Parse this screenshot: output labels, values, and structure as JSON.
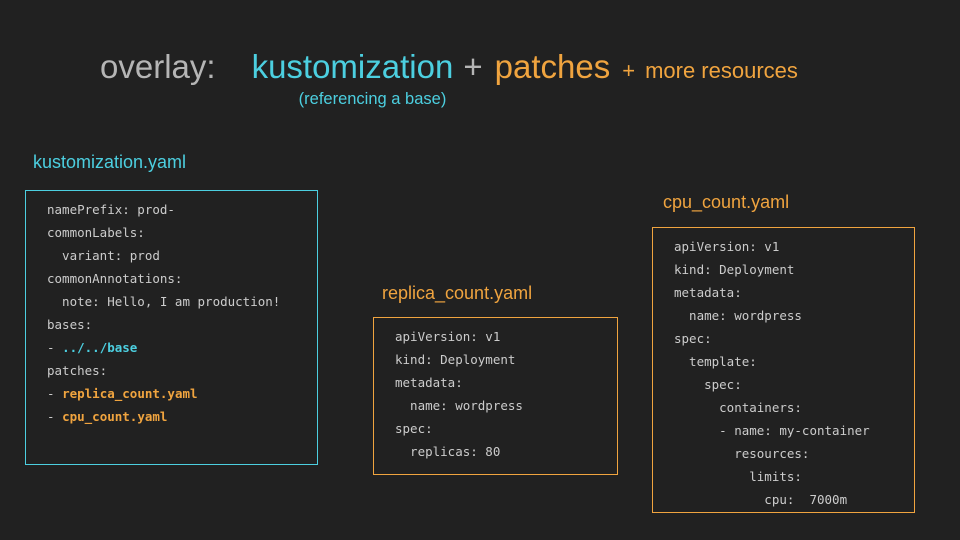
{
  "colors": {
    "background": "#212121",
    "title_gray": "#b5b5b5",
    "cyan": "#4ccfe0",
    "orange": "#f0a43f",
    "code_text": "#cccccc"
  },
  "title": {
    "prefix": "overlay:",
    "term_kustomization": "kustomization",
    "plus_1": "+",
    "term_patches": "patches",
    "plus_2": "+",
    "term_more_resources": "more resources",
    "subtitle": "(referencing a base)"
  },
  "panels": [
    {
      "id": "kustomization",
      "label": "kustomization.yaml",
      "accent": "cyan",
      "lines": [
        [
          {
            "t": "namePrefix: prod-",
            "s": "plain"
          }
        ],
        [
          {
            "t": "commonLabels:",
            "s": "plain"
          }
        ],
        [
          {
            "t": "  variant: prod",
            "s": "plain"
          }
        ],
        [
          {
            "t": "commonAnnotations:",
            "s": "plain"
          }
        ],
        [
          {
            "t": "  note: Hello, I am production!",
            "s": "plain"
          }
        ],
        [
          {
            "t": "bases:",
            "s": "plain"
          }
        ],
        [
          {
            "t": "- ",
            "s": "plain"
          },
          {
            "t": "../../base",
            "s": "cyan"
          }
        ],
        [
          {
            "t": "patches:",
            "s": "plain"
          }
        ],
        [
          {
            "t": "- ",
            "s": "plain"
          },
          {
            "t": "replica_count.yaml",
            "s": "orange"
          }
        ],
        [
          {
            "t": "- ",
            "s": "plain"
          },
          {
            "t": "cpu_count.yaml",
            "s": "orange"
          }
        ]
      ]
    },
    {
      "id": "replica_count",
      "label": "replica_count.yaml",
      "accent": "orange",
      "lines": [
        [
          {
            "t": "apiVersion: v1",
            "s": "plain"
          }
        ],
        [
          {
            "t": "kind: Deployment",
            "s": "plain"
          }
        ],
        [
          {
            "t": "metadata:",
            "s": "plain"
          }
        ],
        [
          {
            "t": "  name: wordpress",
            "s": "plain"
          }
        ],
        [
          {
            "t": "spec:",
            "s": "plain"
          }
        ],
        [
          {
            "t": "  replicas: 80",
            "s": "plain"
          }
        ]
      ]
    },
    {
      "id": "cpu_count",
      "label": "cpu_count.yaml",
      "accent": "orange",
      "lines": [
        [
          {
            "t": "apiVersion: v1",
            "s": "plain"
          }
        ],
        [
          {
            "t": "kind: Deployment",
            "s": "plain"
          }
        ],
        [
          {
            "t": "metadata:",
            "s": "plain"
          }
        ],
        [
          {
            "t": "  name: wordpress",
            "s": "plain"
          }
        ],
        [
          {
            "t": "spec:",
            "s": "plain"
          }
        ],
        [
          {
            "t": "  template:",
            "s": "plain"
          }
        ],
        [
          {
            "t": "    spec:",
            "s": "plain"
          }
        ],
        [
          {
            "t": "      containers:",
            "s": "plain"
          }
        ],
        [
          {
            "t": "      - name: my-container",
            "s": "plain"
          }
        ],
        [
          {
            "t": "        resources:",
            "s": "plain"
          }
        ],
        [
          {
            "t": "          limits:",
            "s": "plain"
          }
        ],
        [
          {
            "t": "            cpu:  7000m",
            "s": "plain"
          }
        ]
      ]
    }
  ]
}
